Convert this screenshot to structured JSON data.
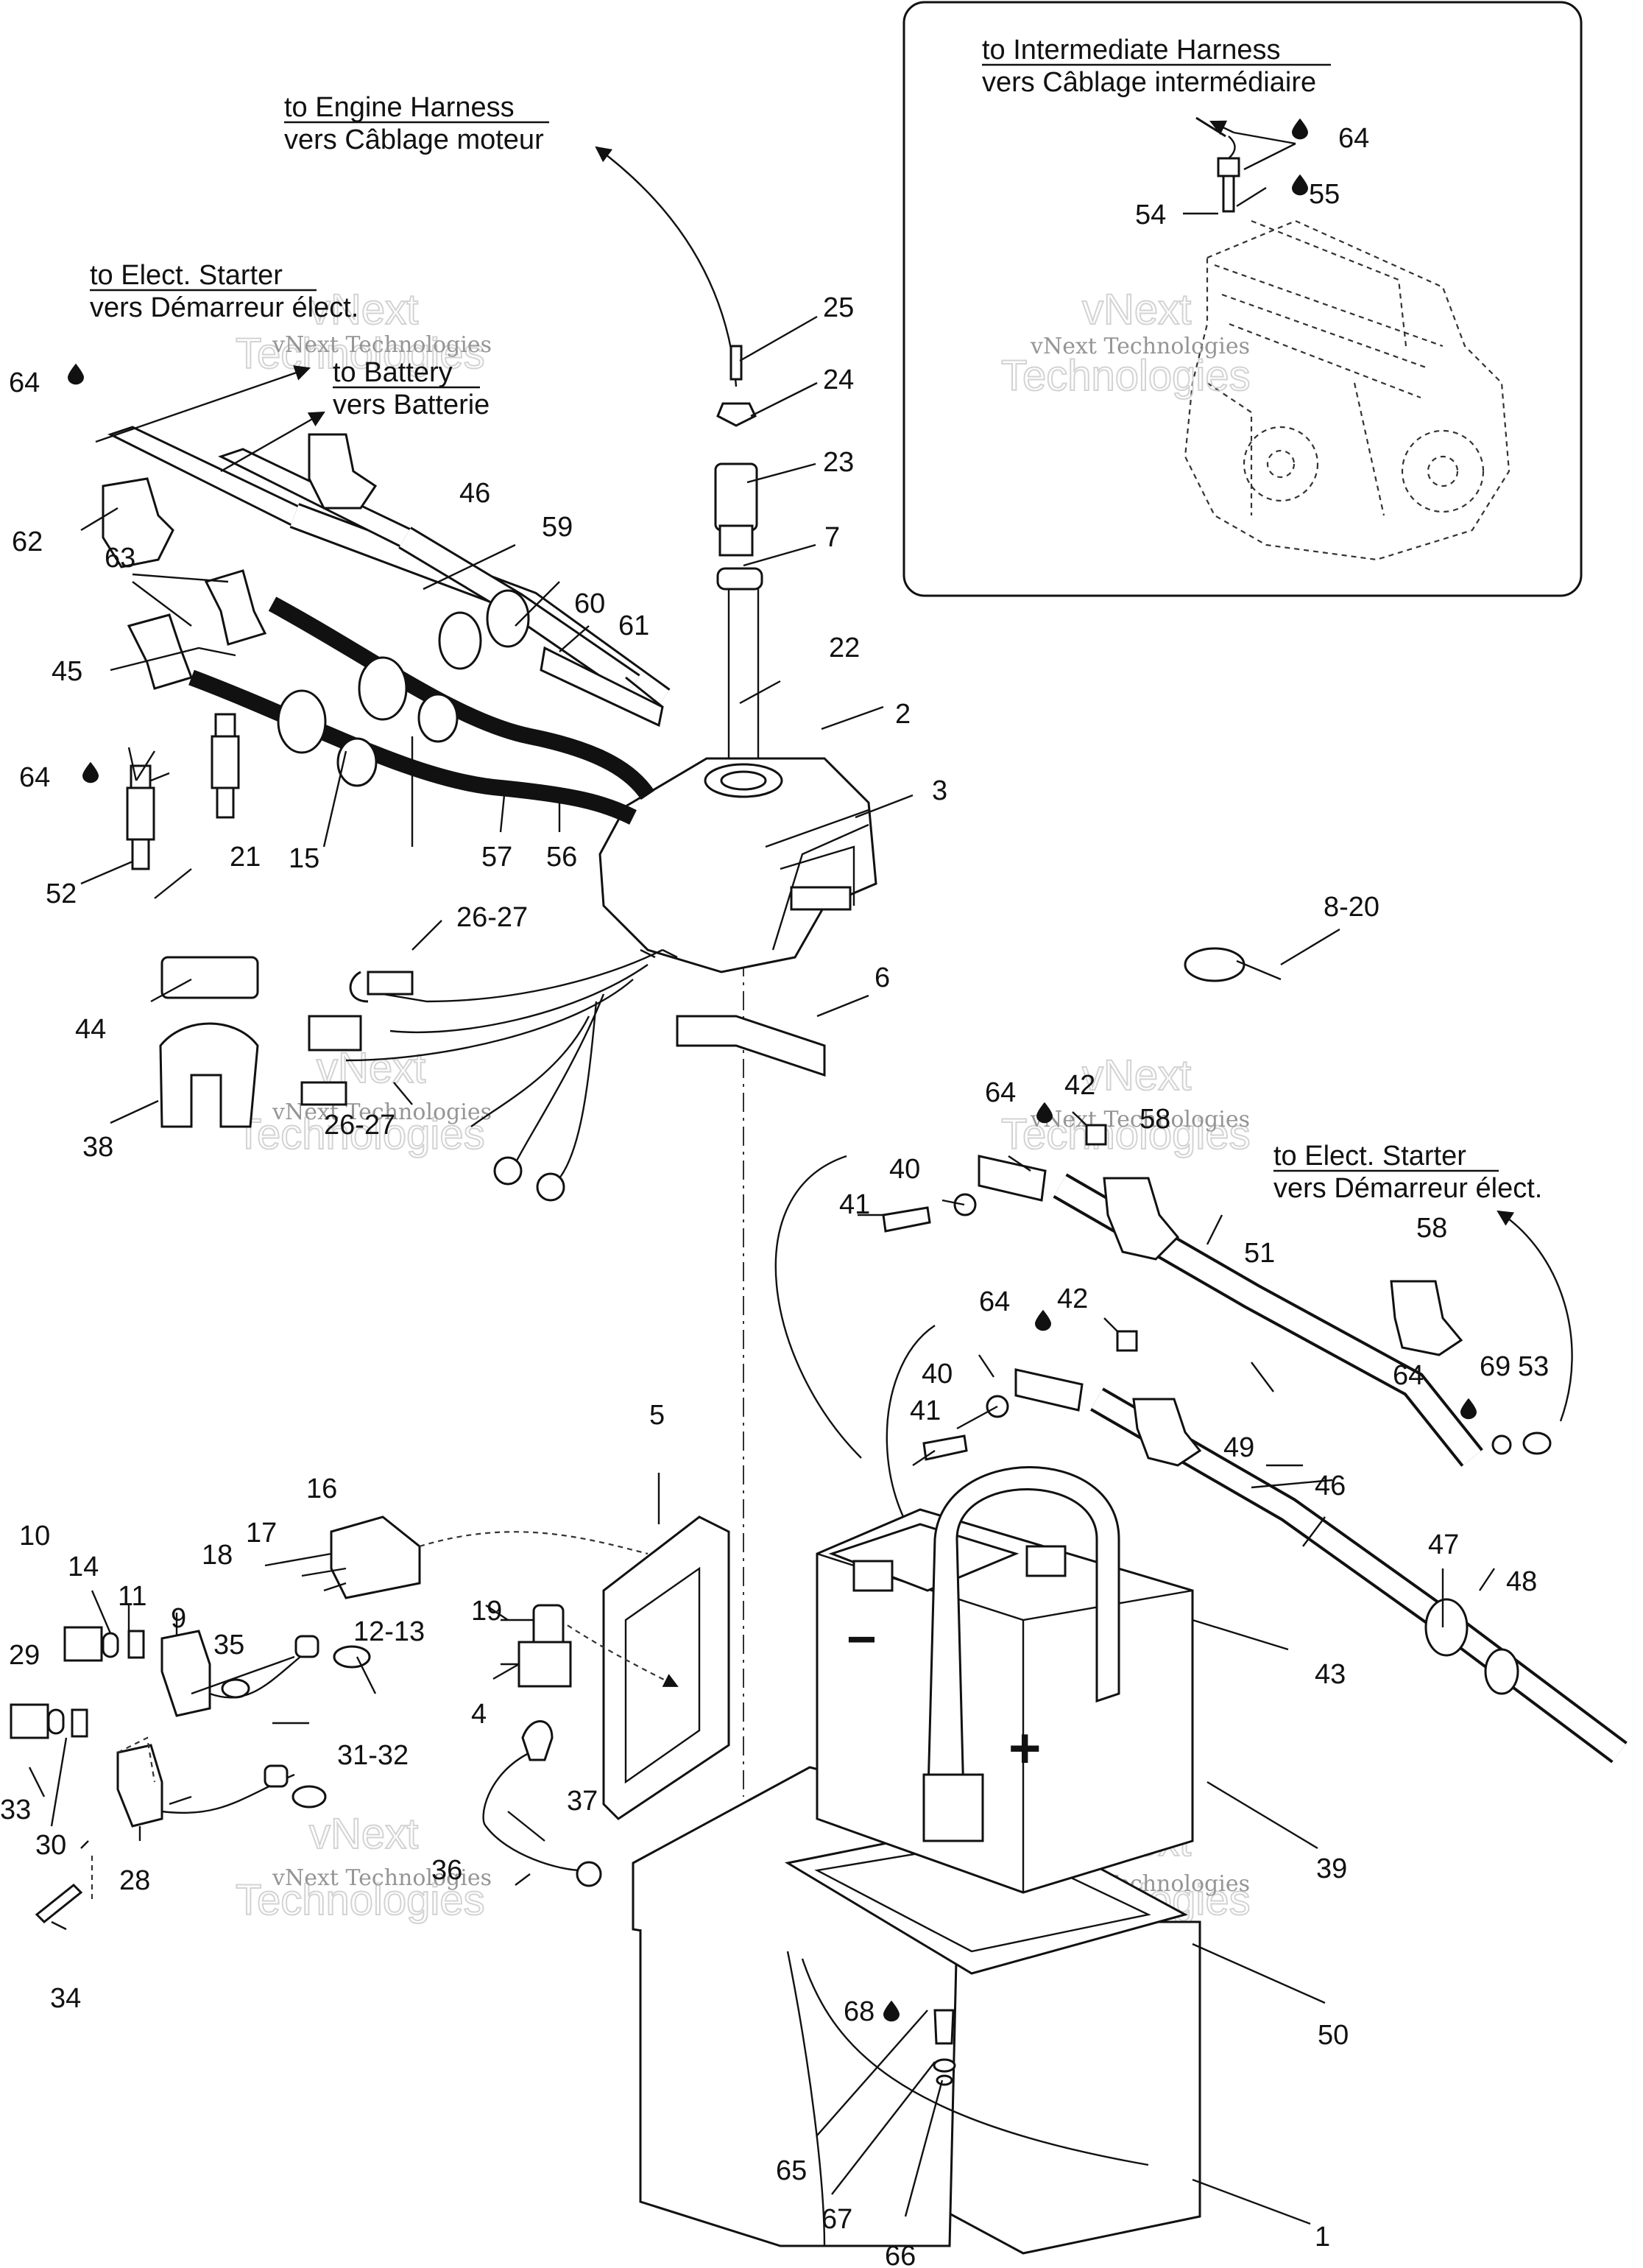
{
  "captions": {
    "engine_harness_en": "to Engine Harness",
    "engine_harness_fr": "vers Câblage moteur",
    "elect_starter_en_1": "to Elect. Starter",
    "elect_starter_fr_1": "vers Démarreur élect.",
    "battery_en": "to Battery",
    "battery_fr": "vers Batterie",
    "intermediate_harness_en": "to Intermediate Harness",
    "intermediate_harness_fr": "vers Câblage intermédiaire",
    "elect_starter_en_2": "to Elect. Starter",
    "elect_starter_fr_2": "vers Démarreur élect."
  },
  "symbols": {
    "minus": "−",
    "plus": "+"
  },
  "watermark": {
    "line1": "vNext Technologies",
    "big1": "vNext",
    "big2": "Technologies"
  },
  "labels": {
    "l1": "1",
    "l2": "2",
    "l3": "3",
    "l4": "4",
    "l5": "5",
    "l6": "6",
    "l7": "7",
    "l8_20": "8-20",
    "l9": "9",
    "l10": "10",
    "l11": "11",
    "l12_13": "12-13",
    "l14": "14",
    "l15": "15",
    "l16": "16",
    "l17": "17",
    "l18": "18",
    "l19": "19",
    "l21": "21",
    "l22": "22",
    "l23": "23",
    "l24": "24",
    "l25": "25",
    "l26_27a": "26-27",
    "l26_27b": "26-27",
    "l28": "28",
    "l29": "29",
    "l30": "30",
    "l31_32": "31-32",
    "l33": "33",
    "l34": "34",
    "l35": "35",
    "l36": "36",
    "l37": "37",
    "l38": "38",
    "l39": "39",
    "l40a": "40",
    "l40b": "40",
    "l41a": "41",
    "l41b": "41",
    "l42a": "42",
    "l42b": "42",
    "l43": "43",
    "l44": "44",
    "l45": "45",
    "l46a": "46",
    "l46b": "46",
    "l47": "47",
    "l48": "48",
    "l49": "49",
    "l50": "50",
    "l51": "51",
    "l52": "52",
    "l53": "53",
    "l54": "54",
    "l55": "55",
    "l56": "56",
    "l57": "57",
    "l58a": "58",
    "l58b": "58",
    "l59": "59",
    "l60": "60",
    "l61": "61",
    "l62": "62",
    "l63": "63",
    "l64a": "64",
    "l64b": "64",
    "l64c": "64",
    "l64d": "64",
    "l64e": "64",
    "l64f": "64",
    "l65": "65",
    "l66": "66",
    "l67": "67",
    "l68": "68",
    "l69": "69"
  }
}
